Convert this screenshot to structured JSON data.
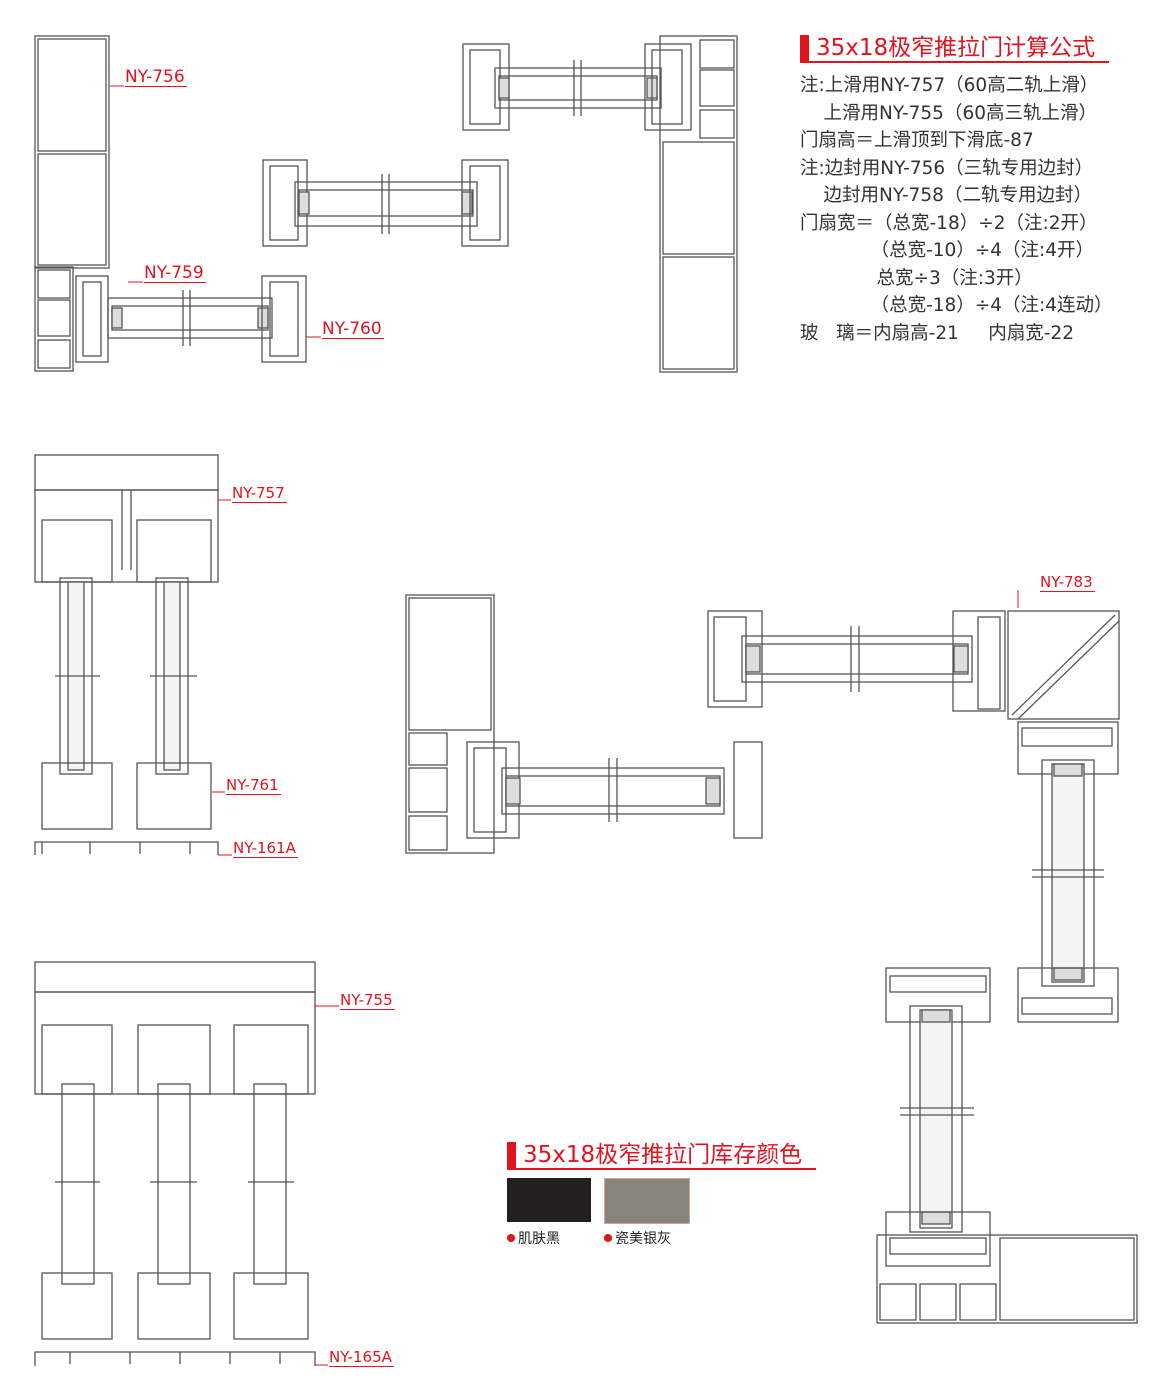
{
  "labels": {
    "ny756": "NY-756",
    "ny759": "NY-759",
    "ny760": "NY-760",
    "ny757": "NY-757",
    "ny761": "NY-761",
    "ny161a": "NY-161A",
    "ny755": "NY-755",
    "ny165a": "NY-165A",
    "ny783": "NY-783"
  },
  "formula": {
    "title": "35x18极窄推拉门计算公式",
    "lines": [
      "注:上滑用NY-757（60高二轨上滑）",
      "    上滑用NY-755（60高三轨上滑）",
      "门扇高＝上滑顶到下滑底-87",
      "注:边封用NY-756（三轨专用边封）",
      "    边封用NY-758（二轨专用边封）",
      "门扇宽＝（总宽-18）÷2（注:2开）",
      "            （总宽-10）÷4（注:4开）",
      "             总宽÷3（注:3开）",
      "            （总宽-18）÷4（注:4连动）",
      "玻   璃＝内扇高-21     内扇宽-22"
    ]
  },
  "colors_section": {
    "title": "35x18极窄推拉门库存颜色",
    "swatches": [
      {
        "name": "肌肤黑",
        "color": "#231f20"
      },
      {
        "name": "瓷美银灰",
        "color": "#88837b"
      }
    ]
  },
  "accent": "#e0141e"
}
